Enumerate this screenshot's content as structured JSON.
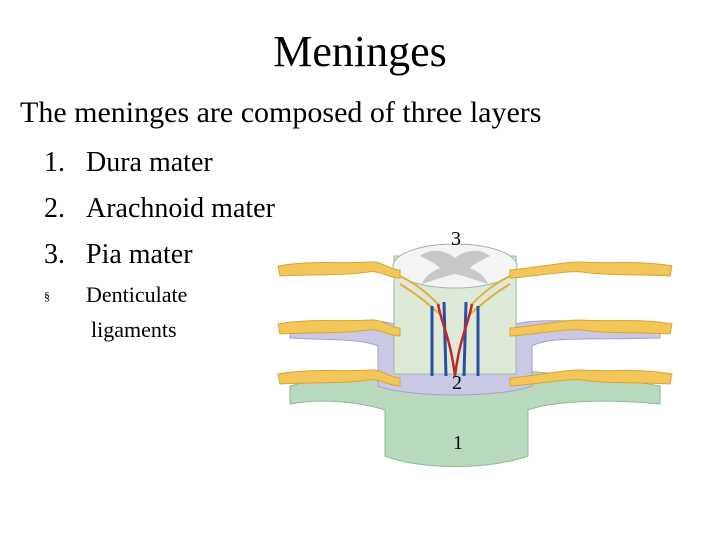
{
  "slide": {
    "title": "Meninges",
    "intro": "The meninges are composed of three layers",
    "layers": [
      {
        "number": "1.",
        "label": "Dura mater"
      },
      {
        "number": "2.",
        "label": "Arachnoid mater"
      },
      {
        "number": "3.",
        "label": "Pia mater"
      }
    ],
    "sub_bullet": {
      "symbol": "§",
      "line1": "Denticulate",
      "line2": "ligaments"
    }
  },
  "figure": {
    "labels": {
      "pia": "3",
      "arachnoid": "2",
      "dura": "1"
    },
    "colors": {
      "dura": "#b9d9bf",
      "arachnoid": "#c9c9e6",
      "nerve": "#f3c65a",
      "pia": "#dfe9d8",
      "grey_matter": "#c8c8c8",
      "artery": "#c0282b",
      "vein": "#2a4fa0"
    }
  }
}
